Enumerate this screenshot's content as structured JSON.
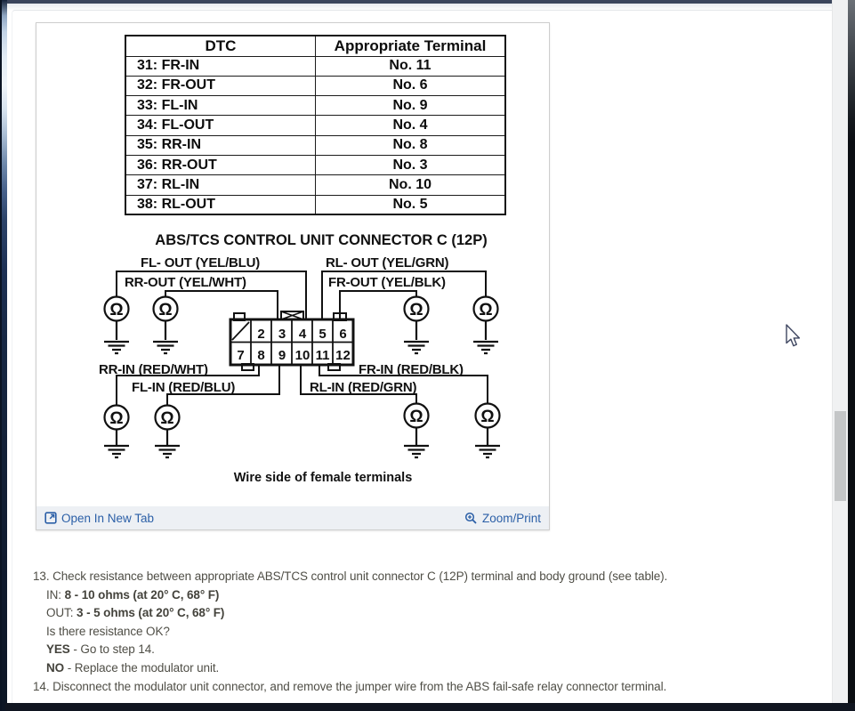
{
  "panel": {
    "links": {
      "open_in_new_tab": "Open In New Tab",
      "zoom_print": "Zoom/Print"
    },
    "table": {
      "headers": [
        "DTC",
        "Appropriate Terminal"
      ],
      "rows": [
        {
          "dtc": "31: FR-IN",
          "terminal": "No. 11"
        },
        {
          "dtc": "32: FR-OUT",
          "terminal": "No. 6"
        },
        {
          "dtc": "33: FL-IN",
          "terminal": "No. 9"
        },
        {
          "dtc": "34: FL-OUT",
          "terminal": "No. 4"
        },
        {
          "dtc": "35: RR-IN",
          "terminal": "No. 8"
        },
        {
          "dtc": "36: RR-OUT",
          "terminal": "No. 3"
        },
        {
          "dtc": "37: RL-IN",
          "terminal": "No. 10"
        },
        {
          "dtc": "38: RL-OUT",
          "terminal": "No. 5"
        }
      ]
    },
    "diagram": {
      "title": "ABS/TCS CONTROL UNIT CONNECTOR C (12P)",
      "caption": "Wire side of female terminals",
      "omega": "Ω",
      "labels": {
        "fl_out": "FL- OUT (YEL/BLU)",
        "rl_out": "RL- OUT (YEL/GRN)",
        "rr_out": "RR-OUT (YEL/WHT)",
        "fr_out": "FR-OUT (YEL/BLK)",
        "rr_in": "RR-IN (RED/WHT)",
        "fl_in": "FL-IN (RED/BLU)",
        "fr_in": "FR-IN (RED/BLK)",
        "rl_in": "RL-IN (RED/GRN)"
      },
      "pins": [
        "2",
        "3",
        "4",
        "5",
        "6",
        "7",
        "8",
        "9",
        "10",
        "11",
        "12"
      ]
    }
  },
  "instructions": {
    "step13": {
      "number": "13.",
      "text": "Check resistance between appropriate ABS/TCS control unit connector C (12P) terminal and body ground (see table).",
      "in_label": "IN:",
      "in_value": "8 - 10 ohms (at 20° C, 68° F)",
      "out_label": "OUT:",
      "out_value": "3 - 5 ohms (at 20° C, 68° F)",
      "question": "Is there resistance OK?",
      "yes_label": "YES",
      "yes_text": "- Go to step 14.",
      "no_label": "NO",
      "no_text": "- Replace the modulator unit."
    },
    "step14": {
      "number": "14.",
      "text": "Disconnect the modulator unit connector, and remove the jumper wire from the ABS fail-safe relay connector terminal."
    }
  },
  "colors": {
    "link_blue": "#2b5fa7",
    "body_text": "#4f4e46",
    "diagram_ink": "#111111",
    "footer_bg": "#edf0f4"
  }
}
